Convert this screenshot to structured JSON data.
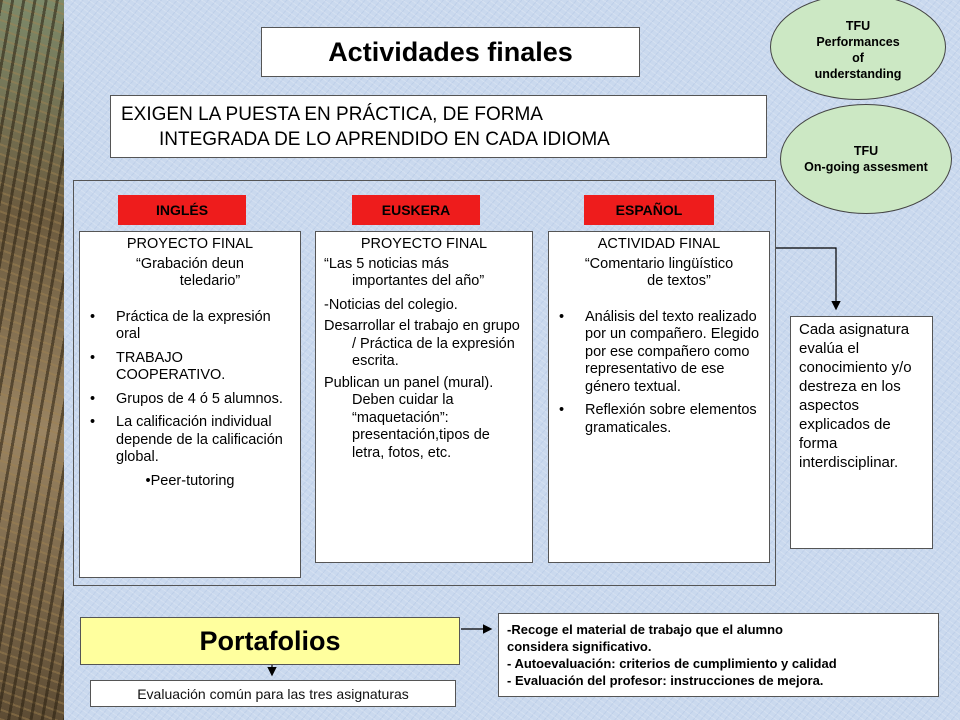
{
  "title": "Actividades finales",
  "intro": {
    "line1": "EXIGEN LA PUESTA EN PRÁCTICA, DE FORMA",
    "line2": "INTEGRADA DE LO APRENDIDO EN CADA IDIOMA"
  },
  "ellipse_top": {
    "line1": "TFU",
    "line2": "Performances",
    "line3": "of",
    "line4": "understanding"
  },
  "ellipse_bottom": {
    "line1": "TFU",
    "line2": "On-going assesment"
  },
  "columns": {
    "ingles": {
      "tag": "INGLÉS",
      "heading": "PROYECTO FINAL",
      "sub1": "“Grabación deun",
      "sub2": "teledario”",
      "bullets": [
        "Práctica de la expresión oral",
        " TRABAJO COOPERATIVO.",
        "Grupos de 4 ó 5 alumnos.",
        "La calificación individual depende de la calificación global."
      ],
      "peer": "•Peer-tutoring"
    },
    "euskera": {
      "tag": "EUSKERA",
      "heading": "PROYECTO FINAL",
      "quote": "“Las 5 noticias más importantes del año”",
      "p1": "-Noticias del colegio.",
      "p2": "Desarrollar el trabajo en grupo / Práctica de la expresión escrita.",
      "p3": "Publican un panel (mural). Deben cuidar la “maquetación”: presentación,tipos de letra, fotos, etc."
    },
    "espanol": {
      "tag": "ESPAÑOL",
      "heading": "ACTIVIDAD FINAL",
      "sub1": "“Comentario lingüístico",
      "sub2": "de textos”",
      "bullets": [
        "Análisis del texto realizado por un compañero. Elegido por ese compañero como representativo de ese género textual.",
        "Reflexión sobre elementos gramaticales."
      ]
    }
  },
  "right_note": "Cada asignatura evalúa el conocimiento y/o destreza en los aspectos explicados de forma interdisciplinar.",
  "portfolio": {
    "title": "Portafolios",
    "eval": "Evaluación común para las tres asignaturas",
    "items": [
      "-Recoge el material de trabajo que el alumno",
      "considera significativo.",
      "- Autoevaluación: criterios de cumplimiento y calidad",
      "- Evaluación del profesor: instrucciones de mejora."
    ]
  },
  "colors": {
    "tag_red": "#ee1c1c",
    "ellipse_green": "#cce8c4",
    "portfolio_yellow": "#ffff9e",
    "background_blue": "#cad9ee"
  }
}
